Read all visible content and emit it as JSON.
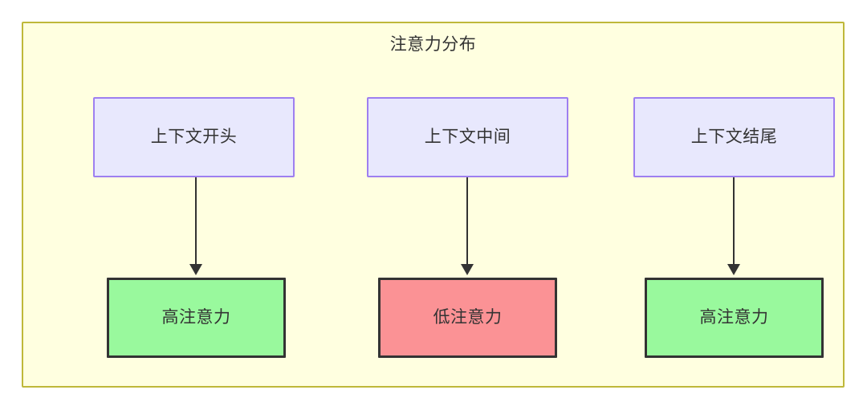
{
  "diagram": {
    "title": "注意力分布",
    "colors": {
      "container_bg": "#ffffe0",
      "container_border": "#bfb83a",
      "context_bg": "#e8e8fd",
      "context_border": "#9e7ff0",
      "high_attention_bg": "#99f99d",
      "low_attention_bg": "#fb9295",
      "node_border_dark": "#333333",
      "text": "#333333",
      "edge": "#333333"
    },
    "context_nodes": [
      {
        "id": "context-start",
        "label": "上下文开头"
      },
      {
        "id": "context-middle",
        "label": "上下文中间"
      },
      {
        "id": "context-end",
        "label": "上下文结尾"
      }
    ],
    "attention_nodes": [
      {
        "id": "attention-start",
        "label": "高注意力",
        "level": "high"
      },
      {
        "id": "attention-middle",
        "label": "低注意力",
        "level": "low"
      },
      {
        "id": "attention-end",
        "label": "高注意力",
        "level": "high"
      }
    ],
    "edges": [
      {
        "from": "上下文开头",
        "to": "高注意力"
      },
      {
        "from": "上下文中间",
        "to": "低注意力"
      },
      {
        "from": "上下文结尾",
        "to": "高注意力"
      }
    ]
  }
}
